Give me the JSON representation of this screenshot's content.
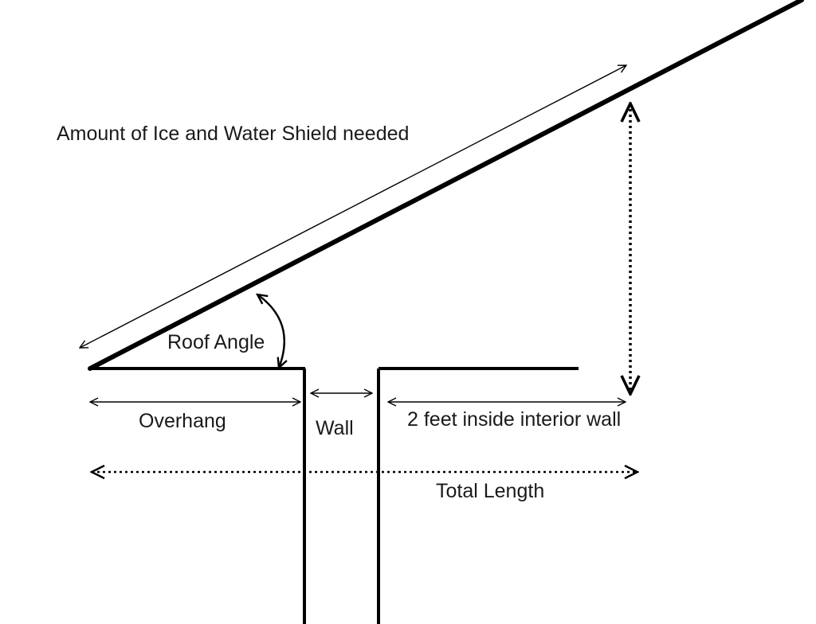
{
  "labels": {
    "shield_needed": "Amount of Ice and Water Shield needed",
    "roof_angle": "Roof Angle",
    "overhang": "Overhang",
    "wall": "Wall",
    "interior": "2 feet inside interior wall",
    "total_length": "Total Length"
  },
  "colors": {
    "line": "#000000",
    "text": "#1a1a1a",
    "background": "#ffffff"
  }
}
